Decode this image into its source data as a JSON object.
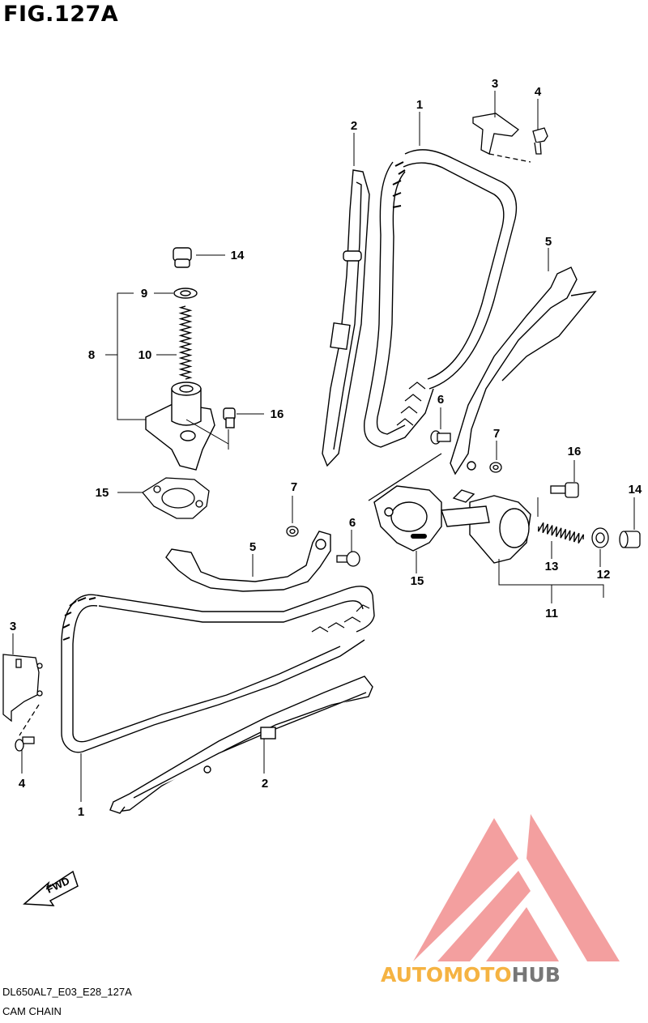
{
  "figure": {
    "title": "FIG.127A",
    "code": "DL650AL7_E03_E28_127A",
    "name": "CAM CHAIN"
  },
  "fwd_label": "FWD",
  "watermark": {
    "part1": "AUTO",
    "part2": "MOTO",
    "part3": "HUB",
    "colors": {
      "logo": "#f08080",
      "auto": "#f5b342",
      "moto": "#f5b342",
      "hub": "#777777"
    }
  },
  "callouts": [
    {
      "id": "c1a",
      "label": "1"
    },
    {
      "id": "c2a",
      "label": "2"
    },
    {
      "id": "c3a",
      "label": "3"
    },
    {
      "id": "c4a",
      "label": "4"
    },
    {
      "id": "c5a",
      "label": "5"
    },
    {
      "id": "c6a",
      "label": "6"
    },
    {
      "id": "c7a",
      "label": "7"
    },
    {
      "id": "c14a",
      "label": "14"
    },
    {
      "id": "c9",
      "label": "9"
    },
    {
      "id": "c8",
      "label": "8"
    },
    {
      "id": "c10",
      "label": "10"
    },
    {
      "id": "c16a",
      "label": "16"
    },
    {
      "id": "c15a",
      "label": "15"
    },
    {
      "id": "c7b",
      "label": "7"
    },
    {
      "id": "c6b",
      "label": "6"
    },
    {
      "id": "c5b",
      "label": "5"
    },
    {
      "id": "c16b",
      "label": "16"
    },
    {
      "id": "c14b",
      "label": "14"
    },
    {
      "id": "c15b",
      "label": "15"
    },
    {
      "id": "c13",
      "label": "13"
    },
    {
      "id": "c12",
      "label": "12"
    },
    {
      "id": "c11",
      "label": "11"
    },
    {
      "id": "c3b",
      "label": "3"
    },
    {
      "id": "c4b",
      "label": "4"
    },
    {
      "id": "c1b",
      "label": "1"
    },
    {
      "id": "c2b",
      "label": "2"
    }
  ]
}
